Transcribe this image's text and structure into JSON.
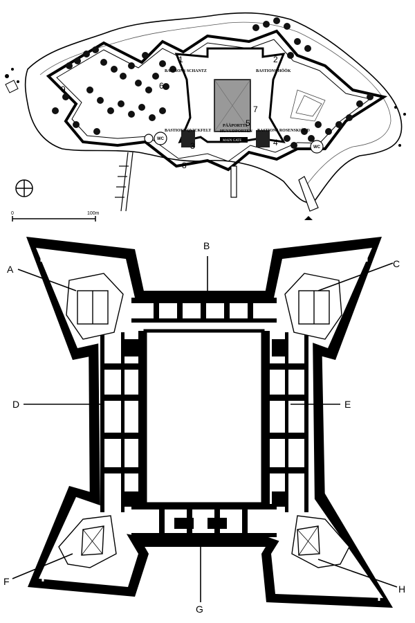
{
  "site_map": {
    "bastions": [
      {
        "name": "BASTIONS SCHANTZ"
      },
      {
        "name": "BASTIONS HÖÖK"
      },
      {
        "name": "BASTIONS QVICKFELT"
      },
      {
        "name": "BASTIONS ROSENSKIÖLD"
      }
    ],
    "gate_lines": [
      "PÄÄPORTTI",
      "HUVUDPORTEN"
    ],
    "gate_plaque": "MAIN GATE",
    "numbers": [
      "1",
      "2",
      "3",
      "4",
      "5",
      "6",
      "7",
      "8",
      "9"
    ],
    "wc_labels": [
      "WC",
      "WC"
    ],
    "scale": {
      "start": "0",
      "end": "100m"
    }
  },
  "fort_plan": {
    "labels": [
      "A",
      "B",
      "C",
      "D",
      "E",
      "F",
      "G",
      "H"
    ]
  }
}
